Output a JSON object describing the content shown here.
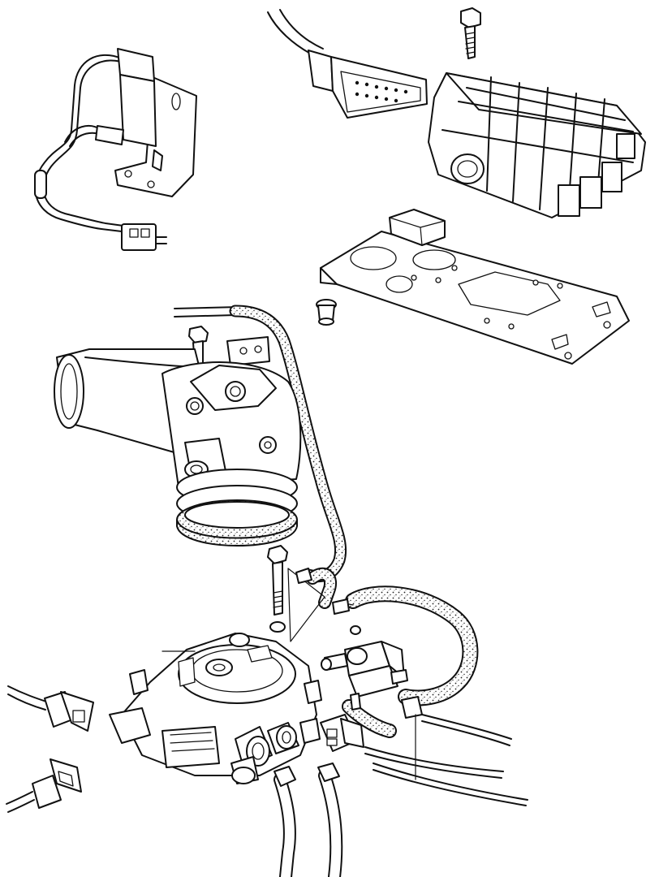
{
  "figure": {
    "caption": "",
    "line_color": "#111111",
    "background": "#ffffff"
  },
  "parts": [
    {
      "name": "sensor-bracket-with-wiring"
    },
    {
      "name": "multi-pin-connector-plug"
    },
    {
      "name": "mounting-bolt"
    },
    {
      "name": "ecu-control-unit"
    },
    {
      "name": "ecu-mounting-plate"
    },
    {
      "name": "rubber-grommet"
    },
    {
      "name": "air-intake-elbow-housing"
    },
    {
      "name": "vacuum-hose"
    },
    {
      "name": "throttle-body-assembly"
    },
    {
      "name": "solenoid-valve"
    },
    {
      "name": "fuel-injector-connector"
    },
    {
      "name": "fuel-lines"
    },
    {
      "name": "throttle-cables"
    }
  ]
}
